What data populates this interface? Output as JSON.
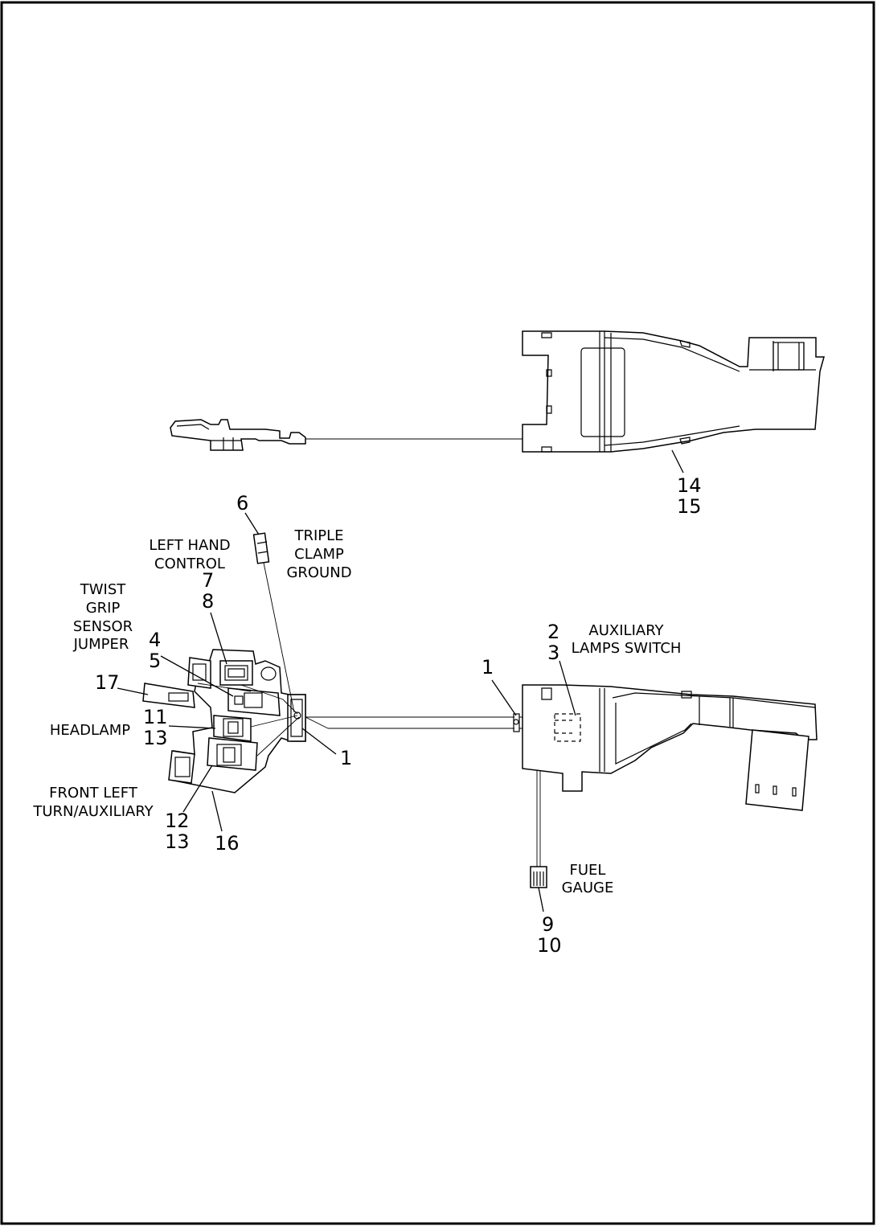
{
  "labels": {
    "left_hand_control": [
      "LEFT HAND",
      "CONTROL"
    ],
    "triple_clamp_ground": [
      "TRIPLE",
      "CLAMP",
      "GROUND"
    ],
    "twist_grip_sensor_jumper": [
      "TWIST",
      "GRIP",
      "SENSOR",
      "JUMPER"
    ],
    "headlamp": "HEADLAMP",
    "front_left_turn_auxiliary": [
      "FRONT LEFT",
      "TURN/AUXILIARY"
    ],
    "auxiliary_lamps_switch": [
      "AUXILIARY",
      "LAMPS SWITCH"
    ],
    "fuel_gauge": [
      "FUEL",
      "GAUGE"
    ]
  },
  "callouts": {
    "c14": "14",
    "c15": "15",
    "c6": "6",
    "c7": "7",
    "c8": "8",
    "c4": "4",
    "c5": "5",
    "c17": "17",
    "c11": "11",
    "c13a": "13",
    "c12": "12",
    "c13b": "13",
    "c16": "16",
    "c1a": "1",
    "c1b": "1",
    "c2": "2",
    "c3": "3",
    "c9": "9",
    "c10": "10"
  }
}
